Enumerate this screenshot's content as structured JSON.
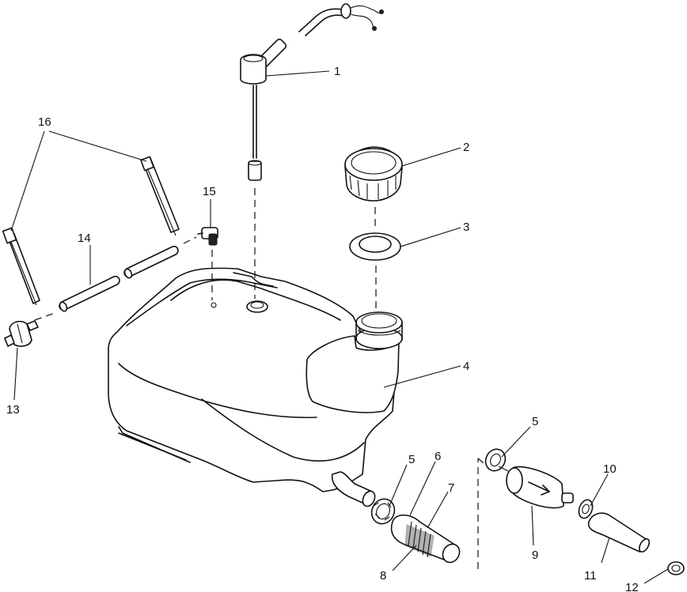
{
  "diagram": {
    "callouts": [
      {
        "id": "1",
        "label": "1",
        "part": "fuel-gauge-sender"
      },
      {
        "id": "2",
        "label": "2",
        "part": "fuel-cap"
      },
      {
        "id": "3",
        "label": "3",
        "part": "cap-gasket"
      },
      {
        "id": "4",
        "label": "4",
        "part": "fuel-tank"
      },
      {
        "id": "5a",
        "label": "5",
        "part": "hose-clamp"
      },
      {
        "id": "5b",
        "label": "5",
        "part": "hose-clamp"
      },
      {
        "id": "6",
        "label": "6",
        "part": "clamp"
      },
      {
        "id": "7",
        "label": "7",
        "part": "fuel-hose"
      },
      {
        "id": "8",
        "label": "8",
        "part": "hose-end"
      },
      {
        "id": "9",
        "label": "9",
        "part": "fuel-filter"
      },
      {
        "id": "10",
        "label": "10",
        "part": "clamp"
      },
      {
        "id": "11",
        "label": "11",
        "part": "fuel-line"
      },
      {
        "id": "12",
        "label": "12",
        "part": "clamp"
      },
      {
        "id": "13",
        "label": "13",
        "part": "check-valve"
      },
      {
        "id": "14",
        "label": "14",
        "part": "vent-hose"
      },
      {
        "id": "15",
        "label": "15",
        "part": "vent-fitting"
      },
      {
        "id": "16",
        "label": "16",
        "part": "cable-strap"
      }
    ]
  }
}
